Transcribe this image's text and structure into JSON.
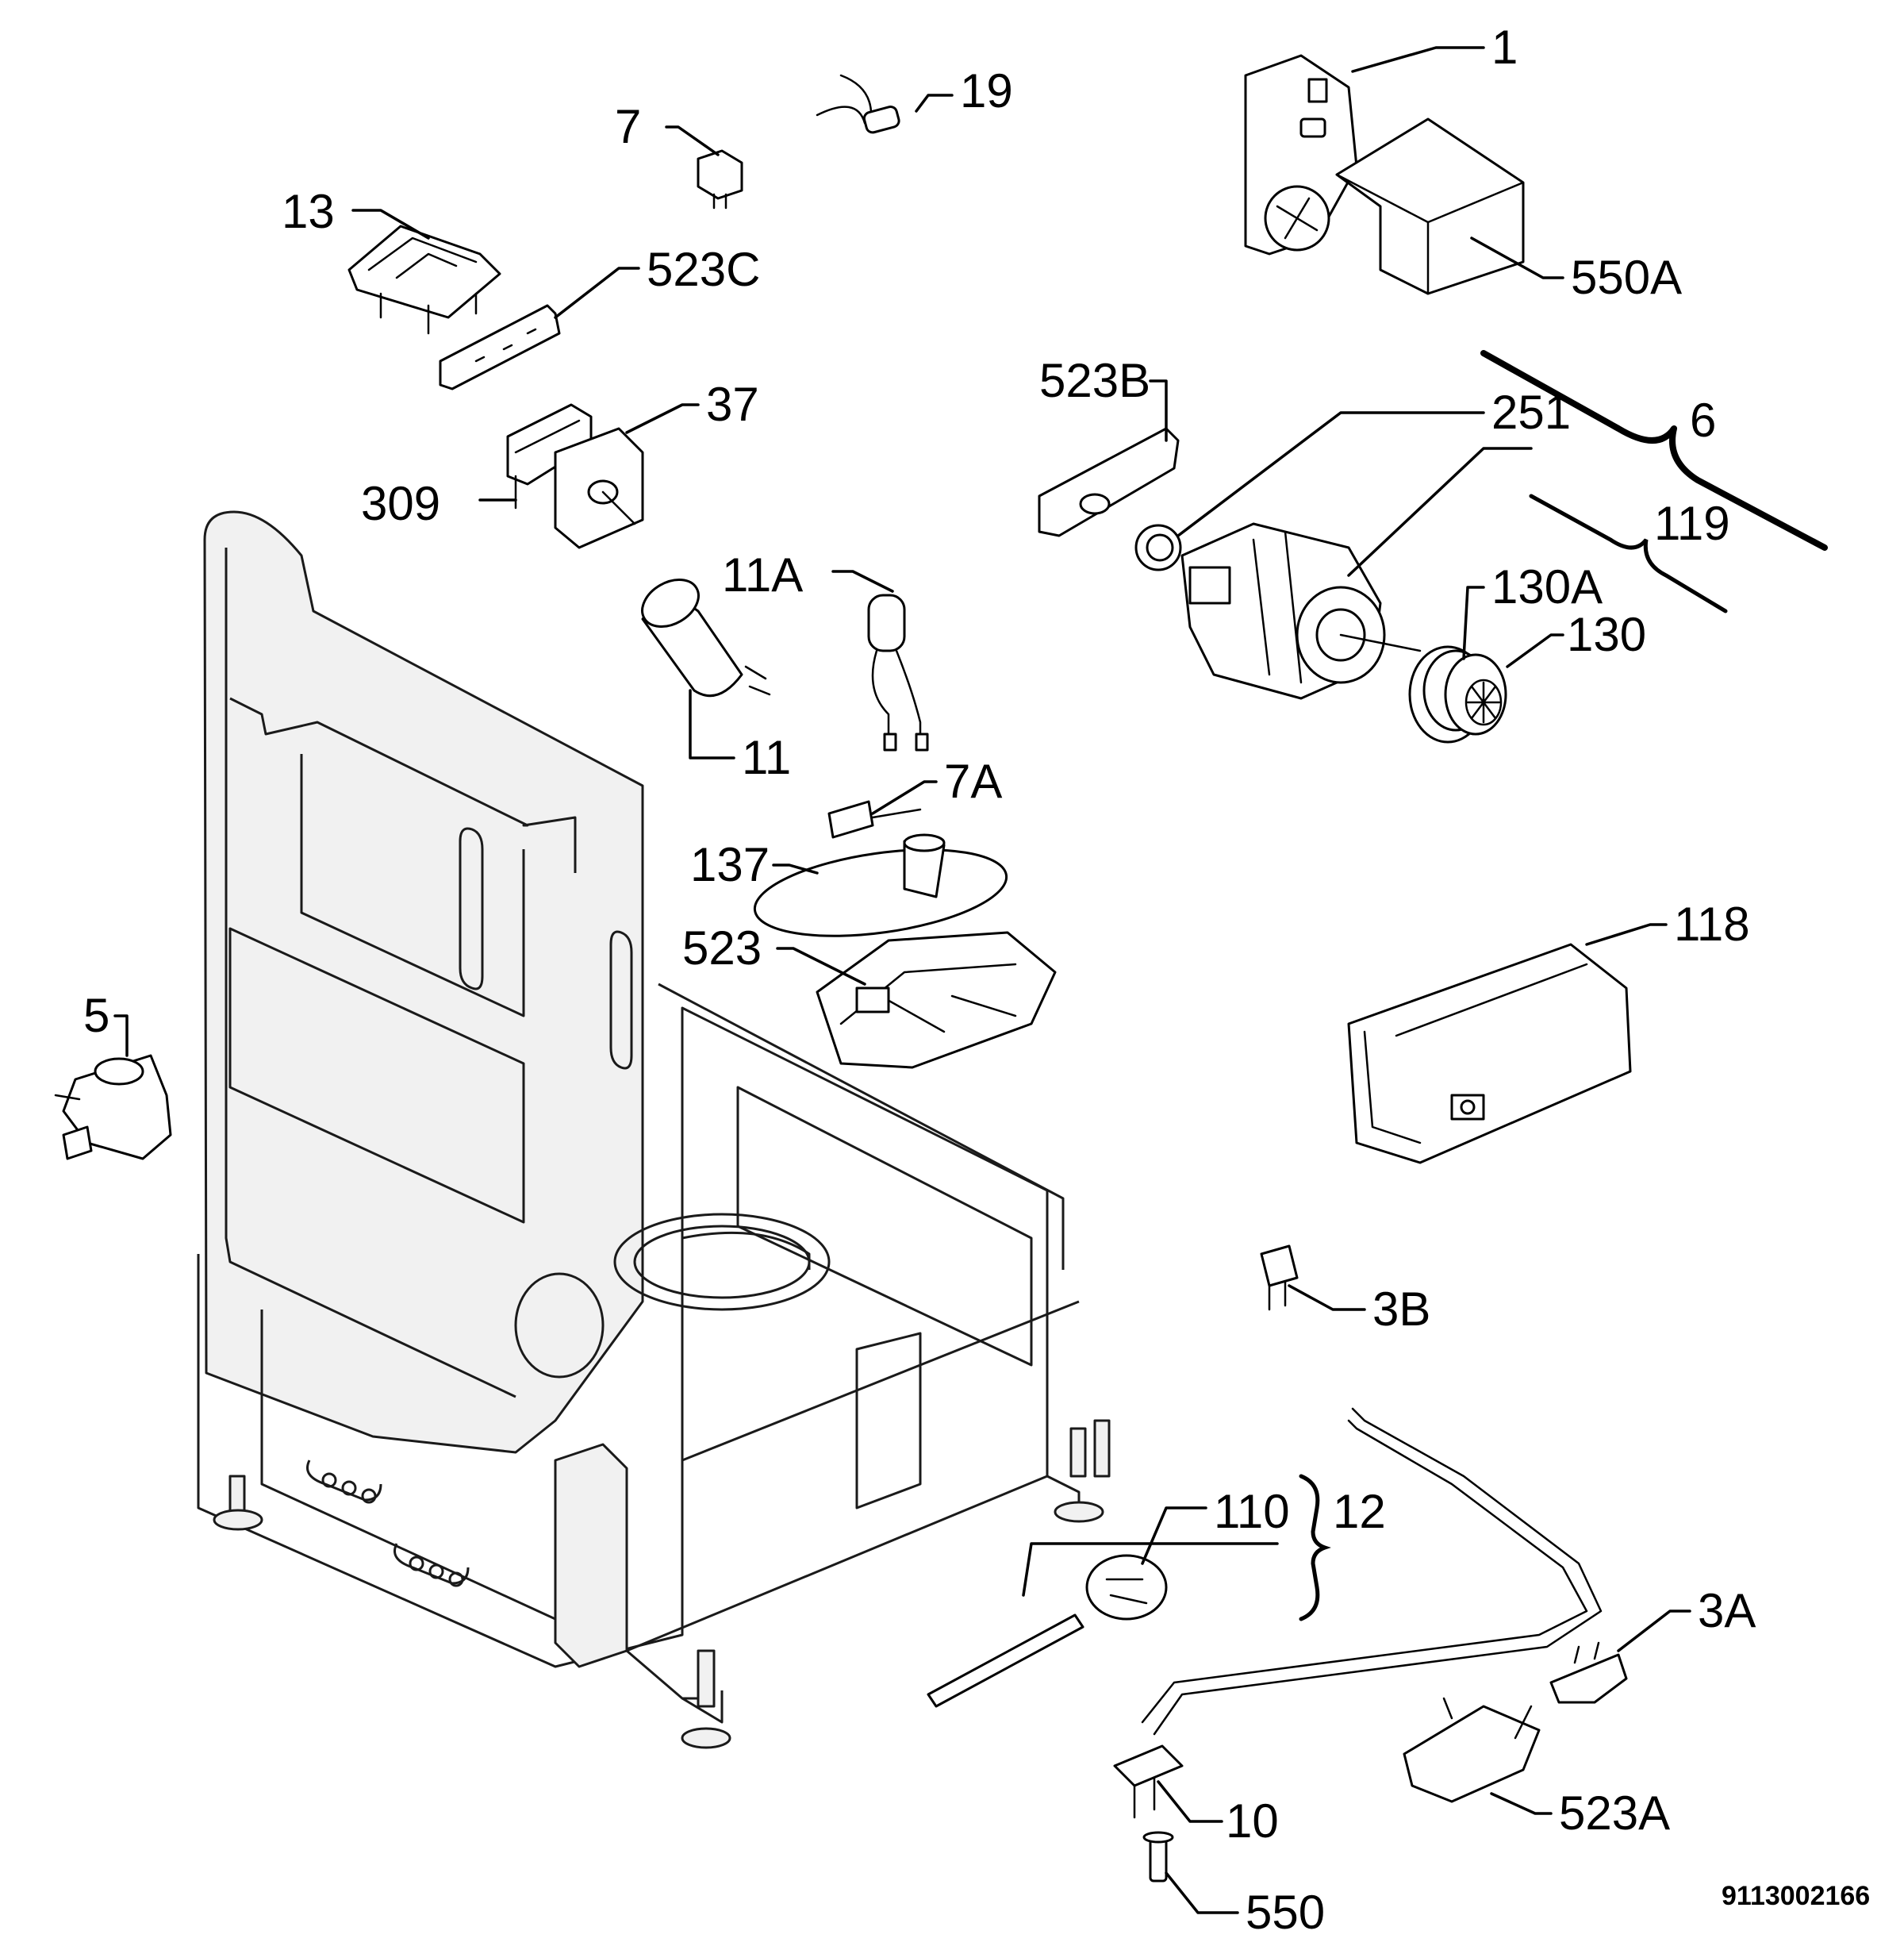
{
  "diagram": {
    "document_code": "9113002166",
    "callouts": {
      "c1": "1",
      "c19": "19",
      "c7": "7",
      "c13": "13",
      "c523c": "523C",
      "c550a": "550A",
      "c523b": "523B",
      "c251": "251",
      "c6": "6",
      "c37": "37",
      "c309": "309",
      "c119": "119",
      "c11a": "11A",
      "c130a": "130A",
      "c130": "130",
      "c11": "11",
      "c7a": "7A",
      "c137": "137",
      "c118": "118",
      "c523": "523",
      "c5": "5",
      "c3b": "3B",
      "c110": "110",
      "c12": "12",
      "c3a": "3A",
      "c10": "10",
      "c523a": "523A",
      "c550": "550"
    }
  }
}
